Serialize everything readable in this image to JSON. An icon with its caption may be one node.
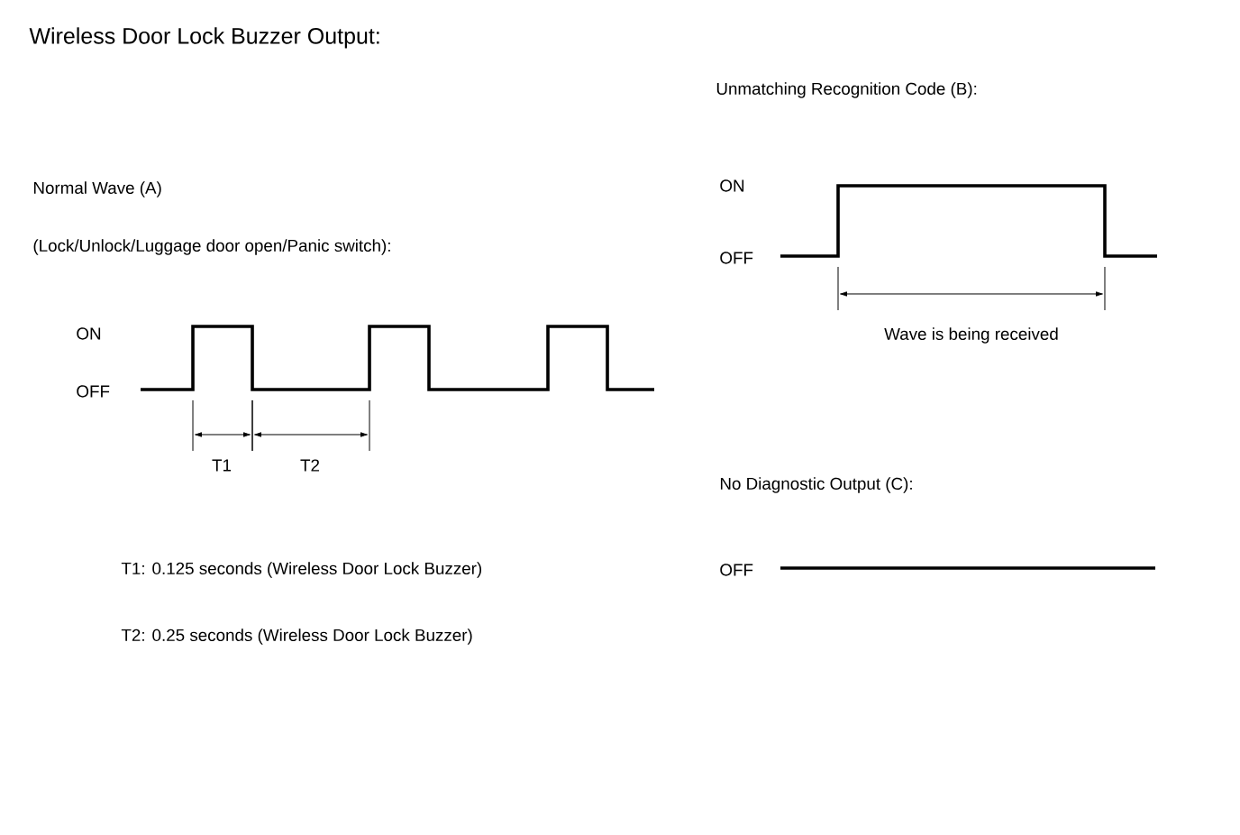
{
  "diagram": {
    "title": "Wireless Door Lock Buzzer Output:",
    "labels": [
      "Unmatching Recognition Code (B):",
      "Normal Wave (A)",
      "ON",
      "(Lock/Unlock/Luggage door open/Panic switch):",
      "OFF",
      "ON",
      "Wave is being received",
      "OFF",
      "T1",
      "T2",
      "No Diagnostic Output (C):",
      "T1: 0.125 seconds (Wireless Door Lock Buzzer)",
      "OFF",
      "T2: 0.25 seconds (Wireless Door Lock Buzzer)"
    ]
  }
}
